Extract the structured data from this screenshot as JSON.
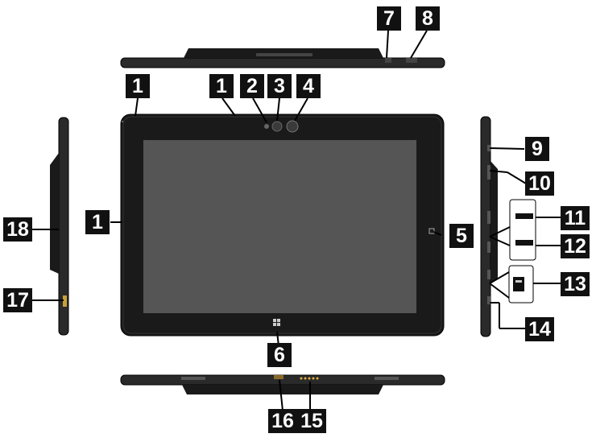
{
  "colors": {
    "body": "#1a1a1a",
    "frame": "#2a2a2a",
    "screen": "#555555",
    "callout_bg": "#111111",
    "callout_text": "#ffffff",
    "leader": "#000000"
  },
  "callouts": [
    "1",
    "1",
    "2",
    "3",
    "4",
    "1",
    "5",
    "6",
    "7",
    "8",
    "9",
    "10",
    "11",
    "12",
    "13",
    "14",
    "15",
    "16",
    "17",
    "18"
  ]
}
